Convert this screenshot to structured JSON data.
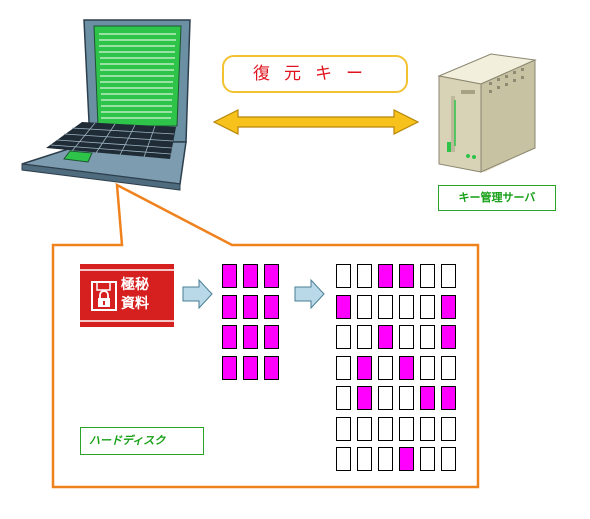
{
  "labels": {
    "recovery_key": "復元キー",
    "key_server": "キー管理サーバ",
    "hard_disk": "ハードディスク",
    "secret_line1": "極秘",
    "secret_line2": "資料"
  },
  "colors": {
    "callout_border": "#f0821e",
    "key_border": "#f2c230",
    "key_text": "#e0141e",
    "green_label": "#16a016",
    "badge_red": "#d62020",
    "block_magenta": "#ff00ff",
    "arrow_yellow": "#f7c21c",
    "flow_arrow": "#b9d9e8"
  },
  "blocks_left": [
    [
      1,
      1,
      1
    ],
    [
      1,
      1,
      1
    ],
    [
      1,
      1,
      1
    ],
    [
      1,
      1,
      1
    ]
  ],
  "blocks_right": [
    [
      0,
      0,
      1,
      1,
      0,
      0
    ],
    [
      1,
      0,
      0,
      0,
      0,
      1
    ],
    [
      0,
      0,
      1,
      0,
      0,
      1
    ],
    [
      0,
      1,
      0,
      1,
      0,
      0
    ],
    [
      0,
      1,
      0,
      0,
      1,
      1
    ],
    [
      0,
      0,
      0,
      0,
      0,
      0
    ],
    [
      0,
      0,
      0,
      1,
      0,
      0
    ]
  ],
  "icons": {
    "laptop": "laptop-icon",
    "server": "server-icon",
    "double_arrow": "double-arrow-icon",
    "floppy": "floppy-lock-icon",
    "flow_arrow": "flow-arrow-icon"
  }
}
